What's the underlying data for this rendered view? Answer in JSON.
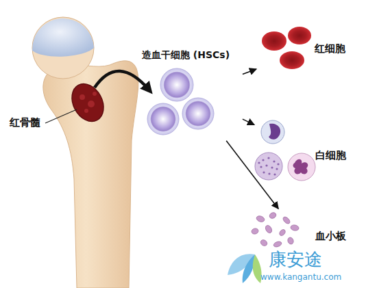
{
  "diagram": {
    "nodes": [
      {
        "text": [
          "造血干细胞 (HSCs)"
        ]
      },
      {
        "text": [
          "红细胞"
        ]
      },
      {
        "text": [
          "白细胞"
        ]
      },
      {
        "text": [
          "血小板"
        ]
      }
    ],
    "edges": [
      {
        "from": 0,
        "to": 1,
        "arrow": "to"
      },
      {
        "from": 0,
        "to": 2,
        "arrow": "to"
      },
      {
        "from": 0,
        "to": 3,
        "arrow": "to"
      }
    ],
    "labels": [
      "红骨髓",
      "康安途",
      "www.kangantu.com"
    ]
  }
}
